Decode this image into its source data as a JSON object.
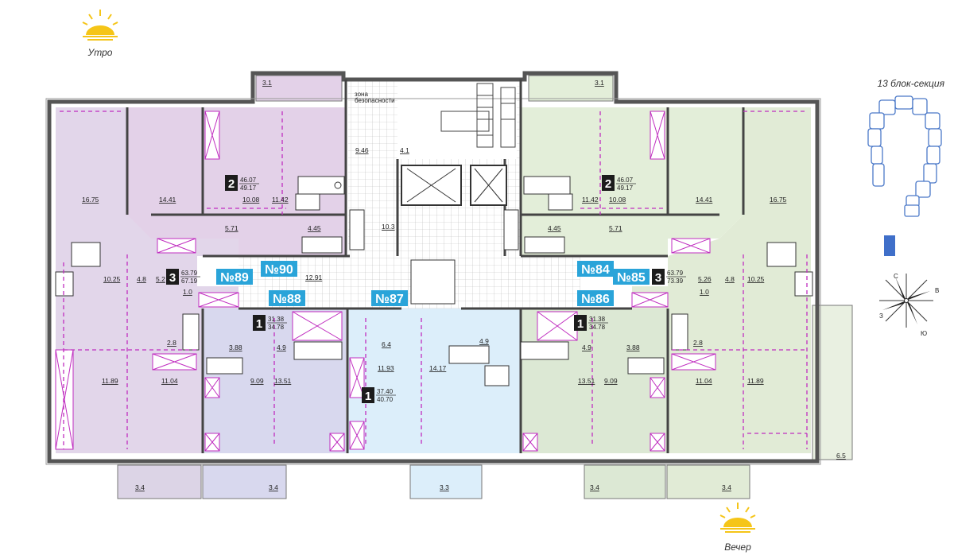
{
  "labels": {
    "morning": "Утро",
    "evening": "Вечер",
    "section": "13 блок-секция",
    "safety_zone_1": "зона",
    "safety_zone_2": "безопасности"
  },
  "compass": [
    "С",
    "В",
    "Ю",
    "З"
  ],
  "apartments": [
    {
      "id": "apt-90",
      "number": "№90",
      "rooms": "2",
      "area_living": "46.07",
      "area_total": "49.17"
    },
    {
      "id": "apt-89",
      "number": "№89",
      "rooms": "3",
      "area_living": "63.79",
      "area_total": "67.19"
    },
    {
      "id": "apt-88",
      "number": "№88",
      "rooms": "1",
      "area_living": "31.38",
      "area_total": "34.78"
    },
    {
      "id": "apt-87",
      "number": "№87",
      "rooms": "1",
      "area_living": "37.40",
      "area_total": "40.70"
    },
    {
      "id": "apt-86",
      "number": "№86",
      "rooms": "1",
      "area_living": "31.38",
      "area_total": "34.78"
    },
    {
      "id": "apt-85",
      "number": "№85",
      "rooms": "3",
      "area_living": "63.79",
      "area_total": "73.39"
    },
    {
      "id": "apt-84",
      "number": "№84",
      "rooms": "2",
      "area_living": "46.07",
      "area_total": "49.17"
    }
  ],
  "room_areas": {
    "balcony_top_left": "3.1",
    "balcony_top_right": "3.1",
    "r_16_75_l": "16.75",
    "r_14_41_l": "14.41",
    "r_10_08_l": "10.08",
    "r_11_42_l": "11.42",
    "r_5_71_l": "5.71",
    "r_4_45_l": "4.45",
    "r_9_46": "9.46",
    "r_4_1": "4.1",
    "r_10_3": "10.3",
    "r_12_91": "12.91",
    "r_10_25_l": "10.25",
    "r_4_8_l": "4.8",
    "r_5_2_l": "5.2",
    "r_1_0_l": "1.0",
    "r_2_8_l": "2.8",
    "r_3_88_l": "3.88",
    "r_4_9_l": "4.9",
    "r_11_89_l": "11.89",
    "r_11_04_l": "11.04",
    "r_9_09_l": "9.09",
    "r_13_51_l": "13.51",
    "r_6_4": "6.4",
    "r_11_93": "11.93",
    "r_4_9_c": "4.9",
    "r_14_17": "14.17",
    "r_11_42_r": "11.42",
    "r_10_08_r": "10.08",
    "r_14_41_r": "14.41",
    "r_16_75_r": "16.75",
    "r_4_45_r": "4.45",
    "r_5_71_r": "5.71",
    "r_5_26_r": "5.26",
    "r_4_8_r": "4.8",
    "r_10_25_r": "10.25",
    "r_1_0_r": "1.0",
    "r_4_9_r": "4.9",
    "r_3_88_r": "3.88",
    "r_2_8_r": "2.8",
    "r_13_51_r": "13.51",
    "r_9_09_r": "9.09",
    "r_11_04_r": "11.04",
    "r_11_89_r": "11.89",
    "r_6_5": "6.5",
    "bal_b1": "3.4",
    "bal_b2": "3.4",
    "bal_b3": "3.3",
    "bal_b4": "3.4",
    "bal_b5": "3.4"
  }
}
